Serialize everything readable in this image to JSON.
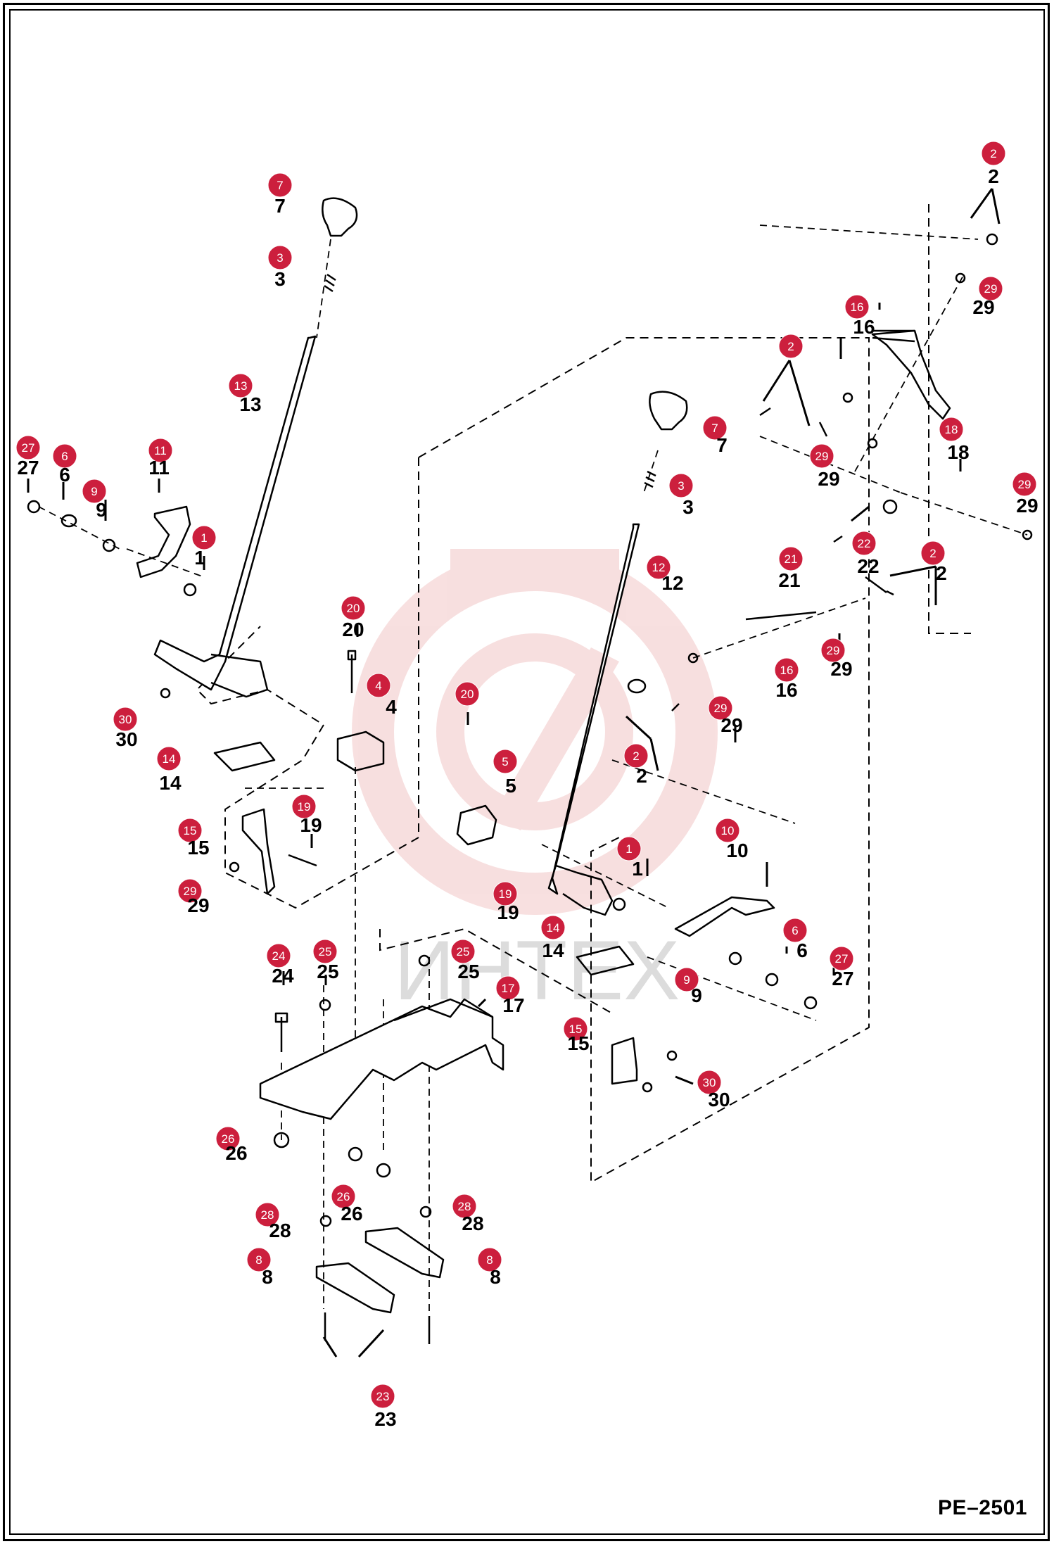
{
  "drawing_code": "PE–2501",
  "watermark_text": "ИНТЕХ",
  "badge_color": "#cc1f3d",
  "watermark_color": "#f2c6c6",
  "callouts": [
    {
      "n": "2",
      "lbl": "2"
    },
    {
      "n": "7",
      "lbl": "7"
    },
    {
      "n": "3",
      "lbl": "3"
    },
    {
      "n": "29",
      "lbl": "29"
    },
    {
      "n": "16",
      "lbl": "16"
    },
    {
      "n": "2",
      "lbl": ""
    },
    {
      "n": "13",
      "lbl": "13"
    },
    {
      "n": "7",
      "lbl": "7"
    },
    {
      "n": "18",
      "lbl": "18"
    },
    {
      "n": "29",
      "lbl": "29"
    },
    {
      "n": "27",
      "lbl": "27"
    },
    {
      "n": "6",
      "lbl": "6"
    },
    {
      "n": "11",
      "lbl": "11"
    },
    {
      "n": "3",
      "lbl": "3"
    },
    {
      "n": "29",
      "lbl": "29"
    },
    {
      "n": "9",
      "lbl": "9"
    },
    {
      "n": "1",
      "lbl": "1"
    },
    {
      "n": "21",
      "lbl": "21"
    },
    {
      "n": "22",
      "lbl": "22"
    },
    {
      "n": "12",
      "lbl": "12"
    },
    {
      "n": "2",
      "lbl": "2"
    },
    {
      "n": "20",
      "lbl": "20"
    },
    {
      "n": "29",
      "lbl": "29"
    },
    {
      "n": "16",
      "lbl": "16"
    },
    {
      "n": "4",
      "lbl": "4"
    },
    {
      "n": "20",
      "lbl": ""
    },
    {
      "n": "29",
      "lbl": "29"
    },
    {
      "n": "30",
      "lbl": "30"
    },
    {
      "n": "2",
      "lbl": "2"
    },
    {
      "n": "14",
      "lbl": "14"
    },
    {
      "n": "5",
      "lbl": "5"
    },
    {
      "n": "19",
      "lbl": "19"
    },
    {
      "n": "15",
      "lbl": "15"
    },
    {
      "n": "10",
      "lbl": "10"
    },
    {
      "n": "1",
      "lbl": "1"
    },
    {
      "n": "29",
      "lbl": "29"
    },
    {
      "n": "19",
      "lbl": "19"
    },
    {
      "n": "14",
      "lbl": "14"
    },
    {
      "n": "6",
      "lbl": "6"
    },
    {
      "n": "27",
      "lbl": "27"
    },
    {
      "n": "24",
      "lbl": "24"
    },
    {
      "n": "25",
      "lbl": "25"
    },
    {
      "n": "25",
      "lbl": "25"
    },
    {
      "n": "9",
      "lbl": "9"
    },
    {
      "n": "17",
      "lbl": "17"
    },
    {
      "n": "15",
      "lbl": "15"
    },
    {
      "n": "30",
      "lbl": "30"
    },
    {
      "n": "26",
      "lbl": "26"
    },
    {
      "n": "26",
      "lbl": "26"
    },
    {
      "n": "28",
      "lbl": "28"
    },
    {
      "n": "28",
      "lbl": "28"
    },
    {
      "n": "8",
      "lbl": "8"
    },
    {
      "n": "8",
      "lbl": "8"
    },
    {
      "n": "23",
      "lbl": "23"
    }
  ]
}
